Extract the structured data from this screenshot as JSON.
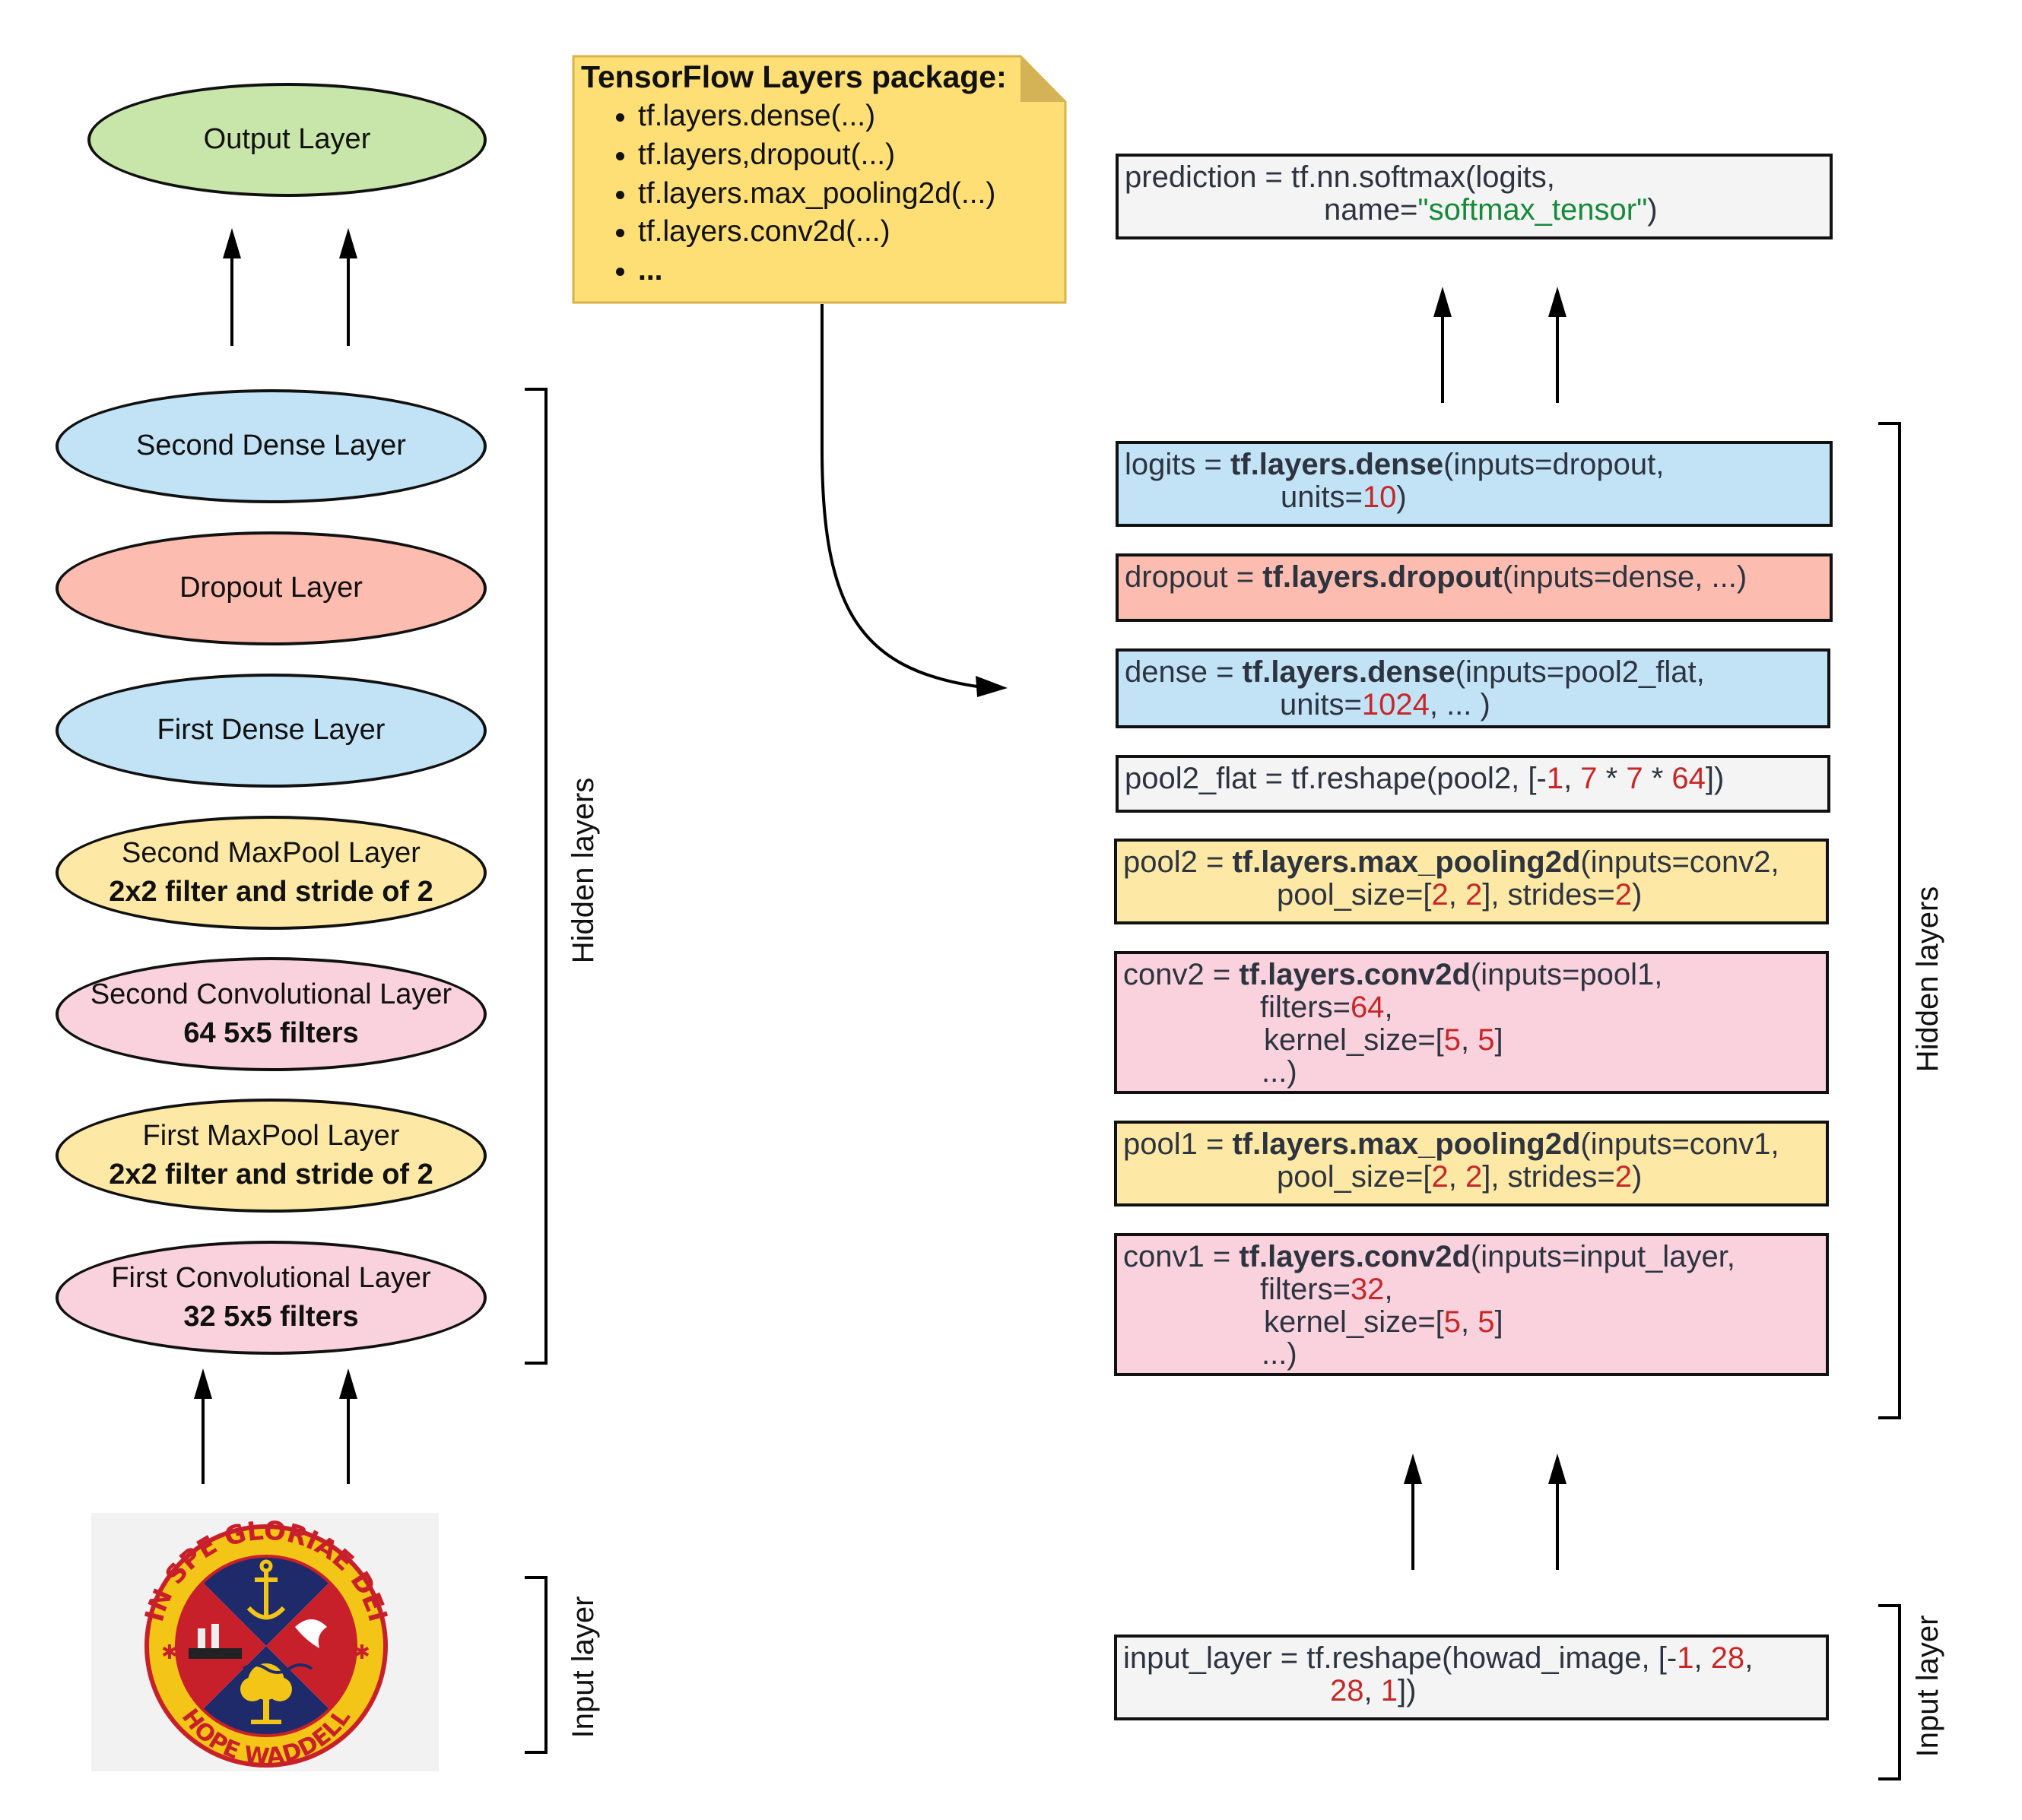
{
  "left_stack": {
    "output": "Output Layer",
    "second_dense": "Second Dense Layer",
    "dropout": "Dropout Layer",
    "first_dense": "First Dense Layer",
    "second_maxpool": {
      "title": "Second MaxPool Layer",
      "detail": "2x2 filter and stride of 2"
    },
    "second_conv": {
      "title": "Second Convolutional Layer",
      "detail": "64 5x5 filters"
    },
    "first_maxpool": {
      "title": "First MaxPool Layer",
      "detail": "2x2 filter and stride of 2"
    },
    "first_conv": {
      "title": "First Convolutional Layer",
      "detail": "32 5x5 filters"
    },
    "hidden_label": "Hidden layers",
    "input_label": "Input layer"
  },
  "logo": {
    "top_text": "IN SPE GLORIAE DEI",
    "bottom_text": "HOPE WADDELL"
  },
  "note": {
    "title": "TensorFlow Layers package:",
    "items": [
      "tf.layers.dense(...)",
      "tf.layers,dropout(...)",
      "tf.layers.max_pooling2d(...)",
      "tf.layers.conv2d(...)",
      "..."
    ]
  },
  "code": {
    "prediction": {
      "l1": "prediction = tf.nn.softmax(logits,",
      "l2a": "name=",
      "l2s": "\"softmax_tensor\"",
      "l2b": ")"
    },
    "logits": {
      "a": "logits = ",
      "fn": "tf.layers.dense",
      "b": "(inputs=dropout,",
      "c": "units=",
      "n1": "10",
      "d": ")"
    },
    "dropout": {
      "a": "dropout = ",
      "fn": "tf.layers.dropout",
      "b": "(inputs=dense, ...)"
    },
    "dense": {
      "a": "dense = ",
      "fn": "tf.layers.dense",
      "b": "(inputs=pool2_flat,",
      "c": "units=",
      "n1": "1024",
      "d": ", ... )"
    },
    "pool2_flat": {
      "a": "pool2_flat = tf.reshape(pool2, [-",
      "n1": "1",
      "b": ", ",
      "n2": "7",
      "c": " * ",
      "n3": "7",
      "d": " * ",
      "n4": "64",
      "e": "])"
    },
    "pool2": {
      "a": "pool2 = ",
      "fn": "tf.layers.max_pooling2d",
      "b": "(inputs=conv2,",
      "c": "pool_size=[",
      "n1": "2",
      "d": ", ",
      "n2": "2",
      "e": "], strides=",
      "n3": "2",
      "f": ")"
    },
    "conv2": {
      "a": "conv2 = ",
      "fn": "tf.layers.conv2d",
      "b": "(inputs=pool1,",
      "c": "filters=",
      "n1": "64",
      "d": ",",
      "e": "kernel_size=[",
      "n2": "5",
      "f": ", ",
      "n3": "5",
      "g": "]",
      "h": "...)"
    },
    "pool1": {
      "a": "pool1 = ",
      "fn": "tf.layers.max_pooling2d",
      "b": "(inputs=conv1,",
      "c": "pool_size=[",
      "n1": "2",
      "d": ", ",
      "n2": "2",
      "e": "], strides=",
      "n3": "2",
      "f": ")"
    },
    "conv1": {
      "a": "conv1 = ",
      "fn": "tf.layers.conv2d",
      "b": "(inputs=input_layer,",
      "c": "filters=",
      "n1": "32",
      "d": ",",
      "e": "kernel_size=[",
      "n2": "5",
      "f": ", ",
      "n3": "5",
      "g": "]",
      "h": "...)"
    },
    "input_layer": {
      "a": "input_layer = tf.reshape(howad_image, [-",
      "n1": "1",
      "b": ", ",
      "n2": "28",
      "c": ",",
      "n3": "28",
      "d": ", ",
      "n4": "1",
      "e": "])"
    },
    "hidden_label": "Hidden layers",
    "input_label": "Input layer"
  },
  "colors": {
    "output": "#c8e6a9",
    "dense": "#c2e3f6",
    "dropout": "#fcbcb0",
    "maxpool": "#fde9a5",
    "conv": "#f9d2de",
    "note": "#fedf75",
    "number": "#c62828",
    "string": "#178a3a"
  }
}
